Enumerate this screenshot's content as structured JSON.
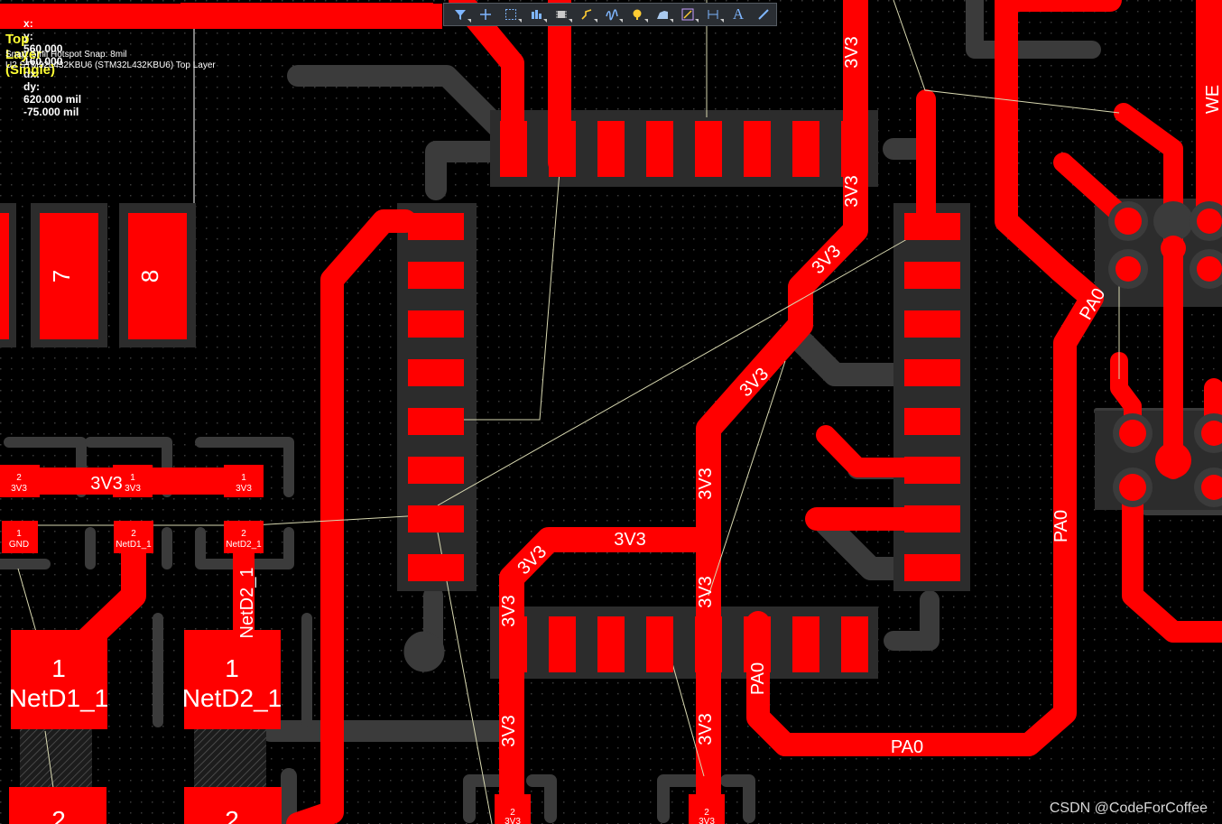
{
  "hud": {
    "x_label": "x:",
    "x_value": "560.000",
    "dx_label": "dx:",
    "dx_value": "620.000 mil",
    "y_label": "y:",
    "y_value": "160.000",
    "dy_label": "dy:",
    "dy_value": "-75.000 mil",
    "layer": "Top Layer (Single)",
    "snap": "Snap: 5mil Hotspot Snap: 8mil",
    "component": "U2  STM32L432KBU6 (STM32L432KBU6)  Top Layer"
  },
  "toolbar": {
    "icons": [
      "filter-icon",
      "crosshair-icon",
      "select-rect-icon",
      "align-icon",
      "component-icon",
      "route-icon",
      "tune-length-icon",
      "via-icon",
      "polygon-icon",
      "keepout-icon",
      "dimension-icon",
      "text-icon",
      "line-icon"
    ],
    "text_tool_glyph": "A"
  },
  "colors": {
    "copper": "#ff0000",
    "keepout": "#3b3b3b",
    "ratsnest": "#d8d8b0",
    "label": "#ffffff"
  },
  "labels": {
    "pin7": "7",
    "pin8": "8",
    "net_3v3": "3V3",
    "net_pa0": "PA0",
    "net_we": "WE",
    "pad_2": "2",
    "pad_1": "1",
    "pad_3v3": "3V3",
    "pad_gnd": "GND",
    "pad_netd1": "NetD1_1",
    "pad_netd2": "NetD2_1",
    "big_1": "1",
    "big_2": "2"
  },
  "watermark": "CSDN @CodeForCoffee"
}
